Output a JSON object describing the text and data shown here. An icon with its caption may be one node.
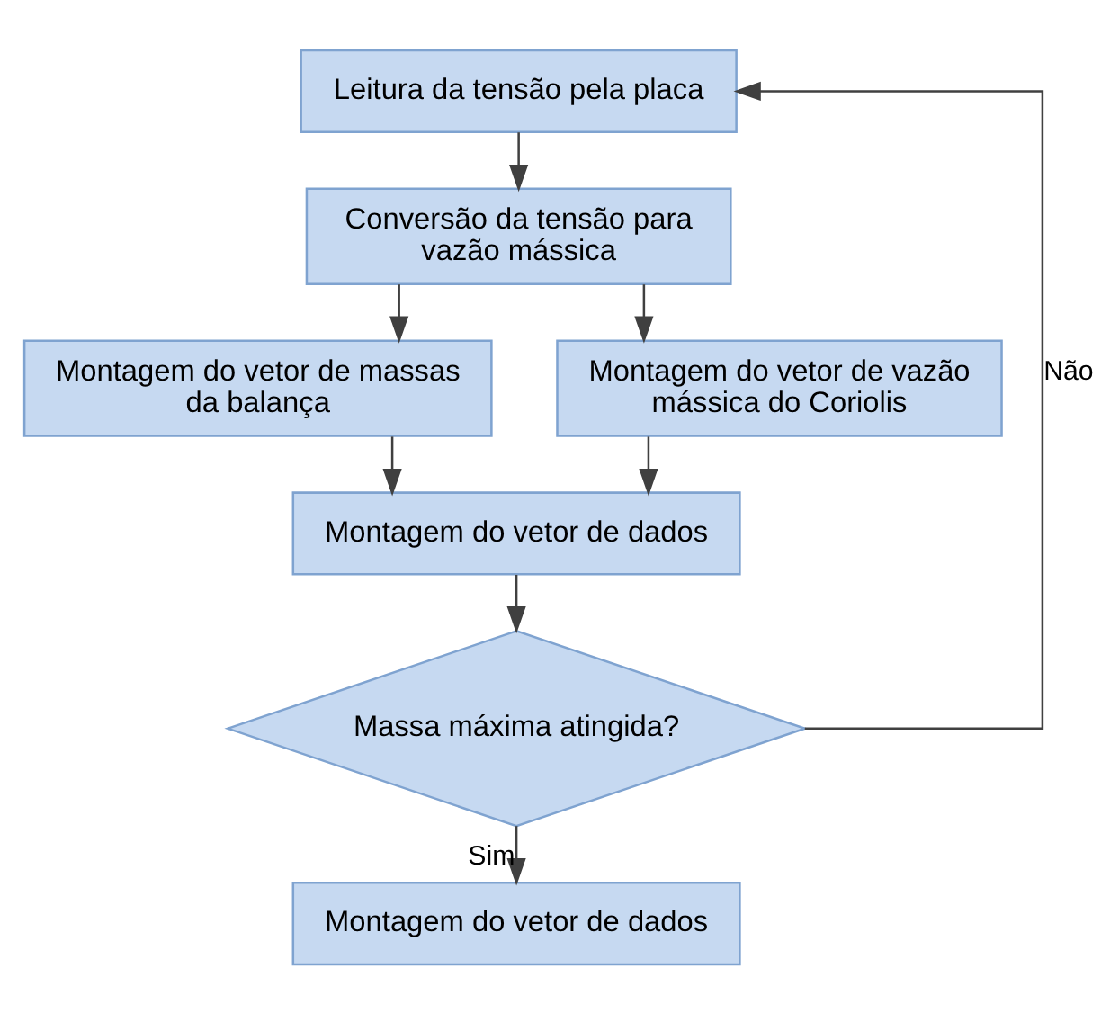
{
  "diagram": {
    "nodes": [
      {
        "text": [
          "Leitura da tensão pela placa"
        ]
      },
      {
        "text": [
          "Conversão da tensão para vazão mássica"
        ]
      },
      {
        "text": [
          "Montagem do vetor de massas da balança"
        ]
      },
      {
        "text": [
          "Montagem do vetor de vazão mássica do Coriolis"
        ]
      },
      {
        "text": [
          "Montagem do vetor de dados"
        ]
      },
      {
        "text": [
          "Massa máxima atingida?"
        ]
      },
      {
        "text": [
          "Montagem do vetor de dados"
        ]
      }
    ],
    "edges": [
      {
        "from": 0,
        "to": 1,
        "arrow": "to"
      },
      {
        "from": 1,
        "to": 2,
        "arrow": "to"
      },
      {
        "from": 1,
        "to": 3,
        "arrow": "to"
      },
      {
        "from": 2,
        "to": 4,
        "arrow": "to"
      },
      {
        "from": 3,
        "to": 4,
        "arrow": "to"
      },
      {
        "from": 4,
        "to": 5,
        "arrow": "to"
      },
      {
        "from": 5,
        "to": 6,
        "arrow": "to",
        "label": "Sim"
      },
      {
        "from": 5,
        "to": 0,
        "arrow": "to",
        "label": "Não"
      }
    ]
  }
}
